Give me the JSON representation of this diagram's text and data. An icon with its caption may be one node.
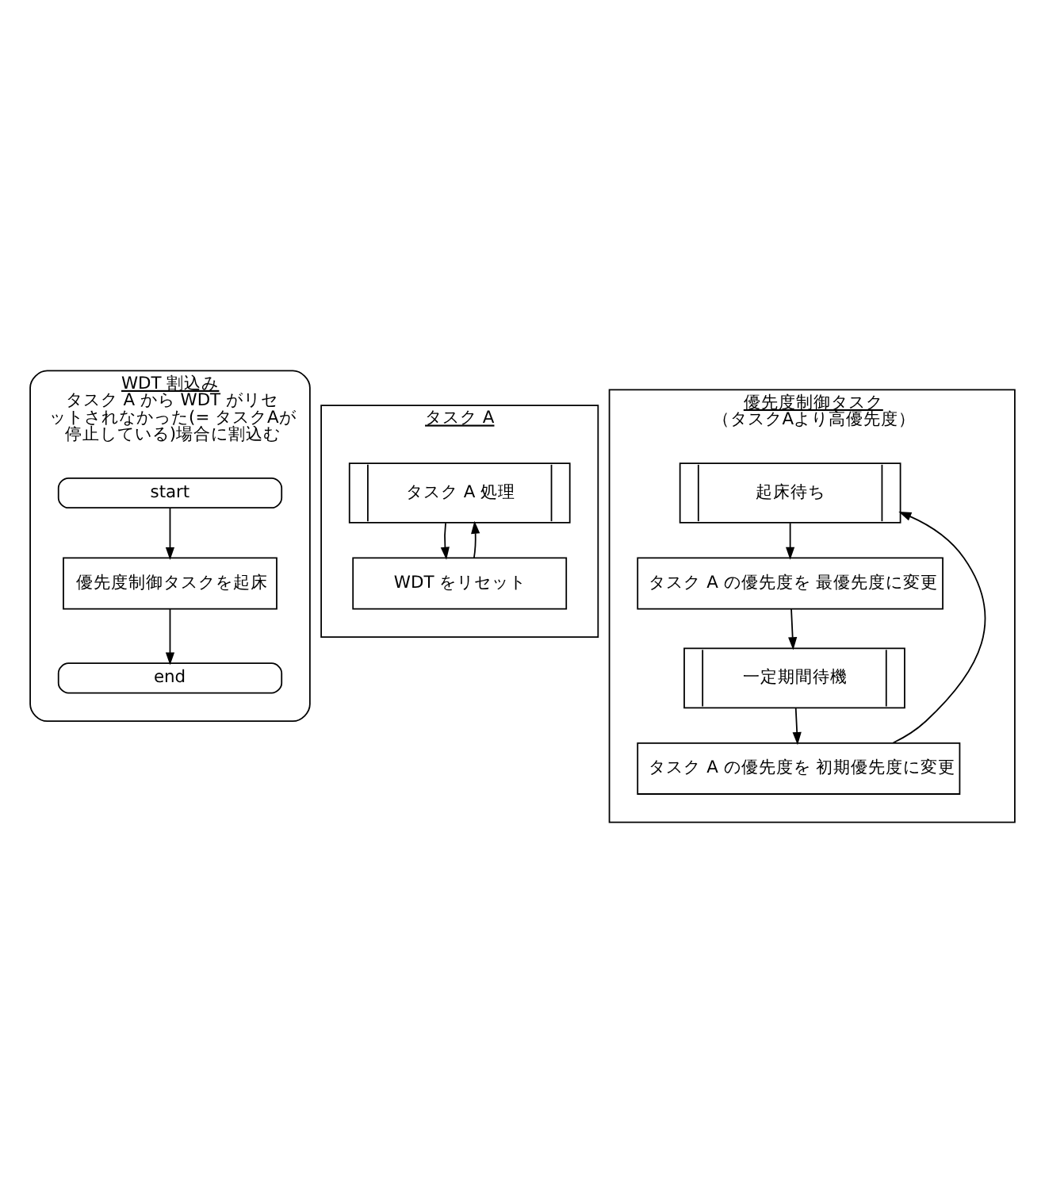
{
  "diagram": {
    "nodes": [
      {
        "text": [
          "WDT 割込み",
          "タスク A から WDT がリセットされなかった(= タスクAが停止している)場合に割込む"
        ]
      },
      {
        "text": [
          "start"
        ],
        "in": 0
      },
      {
        "text": [
          "優先度制御タスクを起床"
        ],
        "in": 0
      },
      {
        "text": [
          "end"
        ],
        "in": 0
      },
      {
        "text": [
          "タスク A"
        ]
      },
      {
        "text": [
          "タスク A 処理"
        ],
        "in": 4
      },
      {
        "text": [
          "WDT をリセット"
        ],
        "in": 4
      },
      {
        "text": [
          "優先度制御タスク",
          "（タスクAより高優先度）"
        ]
      },
      {
        "text": [
          "起床待ち"
        ],
        "in": 7
      },
      {
        "text": [
          "タスク A の優先度を 最優先度に変更"
        ],
        "in": 7
      },
      {
        "text": [
          "一定期間待機"
        ],
        "in": 7
      },
      {
        "text": [
          "タスク A の優先度を 初期優先度に変更"
        ],
        "in": 7
      }
    ],
    "edges": [
      {
        "from": 1,
        "to": 2,
        "arrow": "to"
      },
      {
        "from": 2,
        "to": 3,
        "arrow": "to"
      },
      {
        "from": 5,
        "to": 6,
        "arrow": "to"
      },
      {
        "from": 6,
        "to": 5,
        "arrow": "to"
      },
      {
        "from": 8,
        "to": 9,
        "arrow": "to"
      },
      {
        "from": 9,
        "to": 10,
        "arrow": "to"
      },
      {
        "from": 10,
        "to": 11,
        "arrow": "to"
      },
      {
        "from": 11,
        "to": 8,
        "arrow": "to"
      }
    ]
  }
}
